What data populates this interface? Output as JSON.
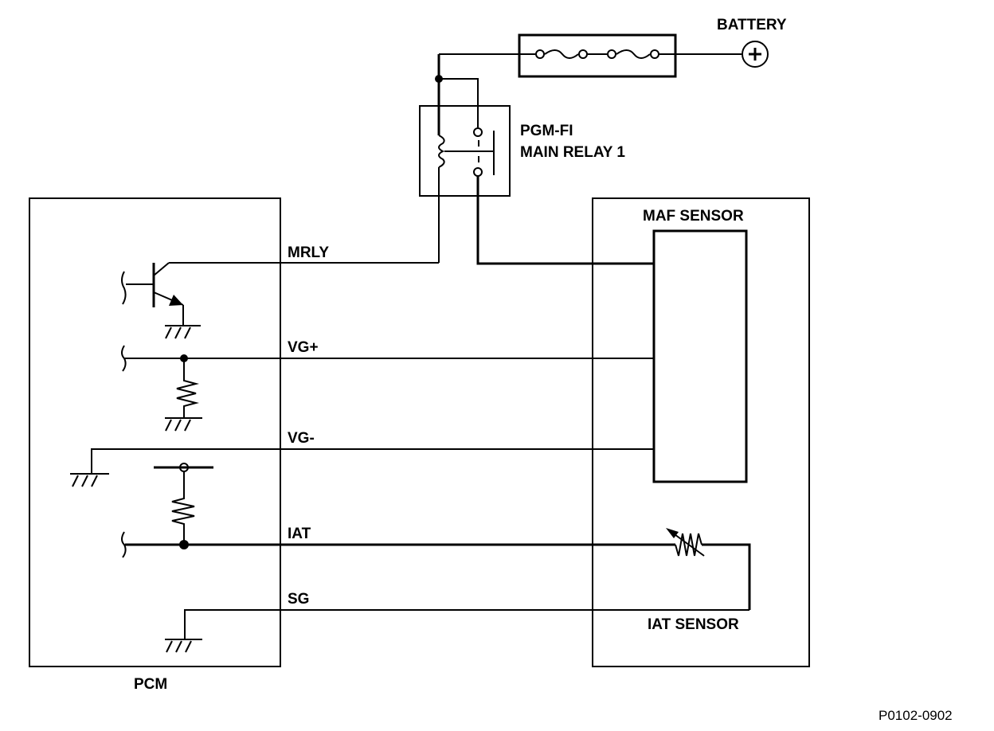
{
  "diagram": {
    "type": "wiring-schematic",
    "components": {
      "battery": {
        "label": "BATTERY",
        "symbol": "+"
      },
      "relay": {
        "label_line1": "PGM-FI",
        "label_line2": "MAIN RELAY 1"
      },
      "pcm": {
        "label": "PCM"
      },
      "maf_sensor": {
        "label": "MAF SENSOR"
      },
      "iat_sensor": {
        "label": "IAT SENSOR"
      }
    },
    "wires": {
      "mrly": "MRLY",
      "vg_plus": "VG+",
      "vg_minus": "VG-",
      "iat": "IAT",
      "sg": "SG"
    },
    "figure_code": "P0102-0902"
  }
}
